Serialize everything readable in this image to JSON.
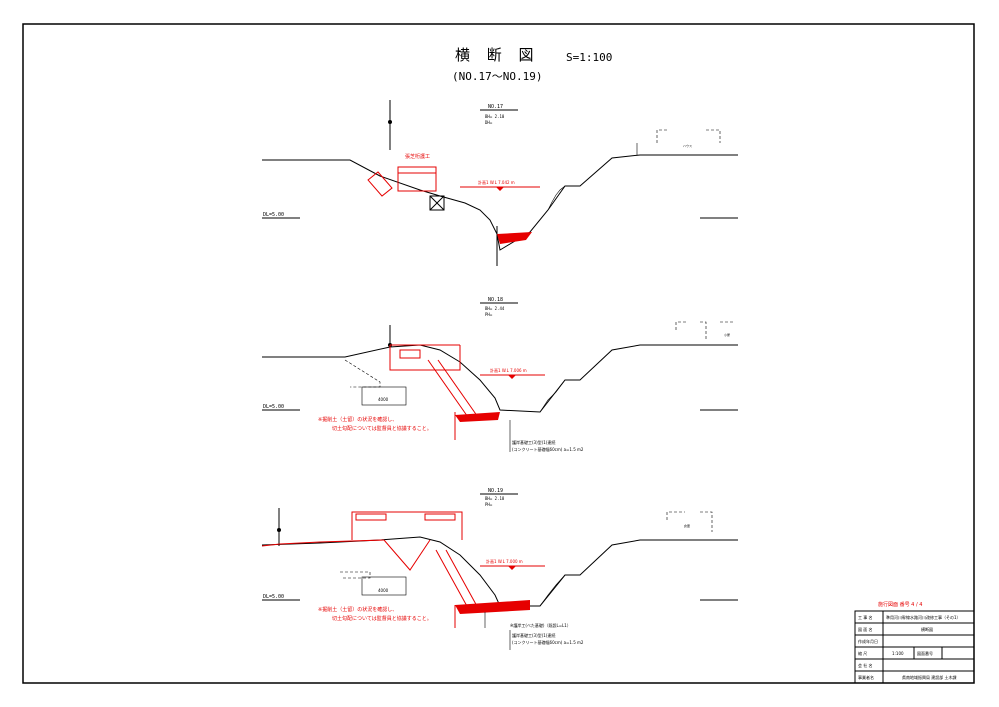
{
  "title": {
    "main": "横 断 図",
    "scale": "S=1:100",
    "range": "(NO.17～NO.19)"
  },
  "sections": [
    {
      "label": "NO.17",
      "sub1": "BH= 2.10",
      "sub2": "DH=",
      "datum": "DL=5.00",
      "work_label": "張芝桁護工",
      "wl_label": "計画1 W.L 7.042 m",
      "house_label": "ハウス"
    },
    {
      "label": "NO.18",
      "sub1": "BH= 2.44",
      "sub2": "PH=",
      "datum": "DL=5.00",
      "note1": "※掘削土（土留）の状況を確認し、",
      "note2": "切土勾配については監督員と協議すること。",
      "spec1": "護岸基礎工(3)型(1)連続",
      "spec2": "(コンクリート基礎幅60cm) a=1.5 m2",
      "wl_label": "計画1 W.L 7.006 m",
      "dim": "4000",
      "house_label": "小屋"
    },
    {
      "label": "NO.19",
      "sub1": "BH= 2.18",
      "sub2": "PH=",
      "datum": "DL=5.00",
      "note1": "※掘削土（土留）の状況を確認し、",
      "note2": "切土勾配については監督員と協議すること。",
      "spec0": "※護岸工(べた基礎)（既設L=L1）",
      "spec1": "護岸基礎工(3)型(1)連続",
      "spec2": "(コンクリート基礎幅60cm) a=1.5 m2",
      "wl_label": "計画1 W.L 7.000 m",
      "dim": "4000",
      "house_label": "倉庫"
    }
  ],
  "title_block": {
    "header": "施行図面 番号  4 / 4",
    "rows": [
      {
        "label": "工 事 名",
        "value": "準用河川幹線水路河川改修工事（その1）"
      },
      {
        "label": "図 面 名",
        "value": "横断図"
      },
      {
        "label": "作成年月日",
        "value": ""
      },
      {
        "label": "縮  尺",
        "value": "1:100",
        "label2": "図面番号",
        "value2": ""
      },
      {
        "label": "会 社 名",
        "value": ""
      },
      {
        "label": "事業者名",
        "value": "県南地域振興局 建設部 土木課"
      }
    ]
  },
  "colors": {
    "ink": "#000000",
    "revision": "#e60000"
  }
}
